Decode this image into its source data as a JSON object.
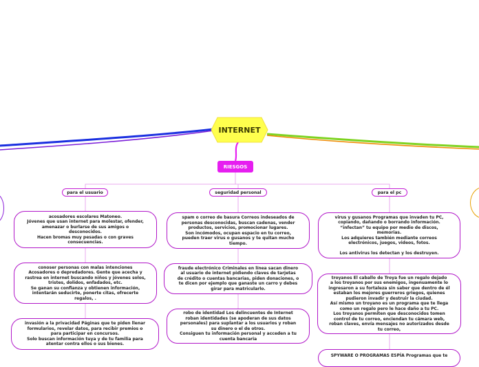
{
  "central": {
    "label": "INTERNET",
    "color": "#ffff4d"
  },
  "riesgos": {
    "label": "RIESGOS"
  },
  "categories": [
    {
      "label": "para el usuario"
    },
    {
      "label": "seguridad personal"
    },
    {
      "label": "para el pc"
    }
  ],
  "leaves": {
    "usuario": [
      "acosadores escolares  Matoneo.\nJóvenes que usan internet para molestar, ofender,\namenazar o burlarse de sus amigos o\ndesconocidos.\nHacen bromas muy pesadas o con graves\nconsecuencias.",
      "conoser personas con malas intenciones\nAcosadores o depredadores. Gente que acecha y\nrastrea en internet buscando niños y jóvenes solos,\ntristes, dolidos, enfadados, etc.\nSe ganan su confianza y obtienen información,\nintentarán seducirte, ponerte citas, ofrecerte\nregalos, .",
      "invasión a la privacidad Páginas que te piden llenar\nformularios, revelar datos, para recibir premios o\npara participar en concursos.\nSolo buscan información tuya y de tu familia para\natentar contra ellos o sus bienes."
    ],
    "seguridad": [
      "spam o correo de basura  Correos indeseados de\npersonas desconocidas, buscan cadenas, vender\nproductos, servicios, promocionar lugares.\nSon incómodos, ocupan espacio en tu correo,\npueden traer virus o gusanos y te quitan mucho\ntiempo.",
      "fraude electrónico  Criminales en línea sacan dinero\nal usuario de internet pidiendo claves de tarjetas\nde crédito o cuentas bancarias, piden donaciones, o\nte dicen por ejemplo que ganaste un carro y debes\ngirar para matricularlo.",
      "robo de identidad  Los delincuentes de Internet\nroban identidades (se apoderan de sus datos\npersonales) para suplantar a los usuarios y roban\nsu dinero o el de otros.\nConsiguen tu información personal y acceden a tu\ncuenta bancaria"
    ],
    "pc": [
      "virus y gusanos  Programas que invaden tu PC,\ncopiando, dañando o borrando información.\n“infectan” tu equipo por medio de discos,\nmemorias.\nLos adquieres también mediante correos\nelectrónicos, juegos, videos, fotos.\n\nLos antivirus los detectan y los destruyen.",
      "troyanos  El caballo de Troya fue un regalo dejado\na los troyanos por sus enemigos, ingenuamente lo\ningresaron a su fortaleza sin saber que dentro de él\nestaban los mejores guerreros griegos, quienes\npudieron invadir y destruir la ciudad.\nAsí mismo un troyano es un programa que te llega\ncomo un regalo pero le hace daño a tu PC.\nLos troyanos permiten que desconocidos tomen\ncontrol de tu correo, enciendan tu cámara web,\nroban claves, envía mensajes no autorizados desde\ntu correo,",
      "SPYWARE O PROGRAMAS ESPÍA  Programas que te"
    ]
  }
}
